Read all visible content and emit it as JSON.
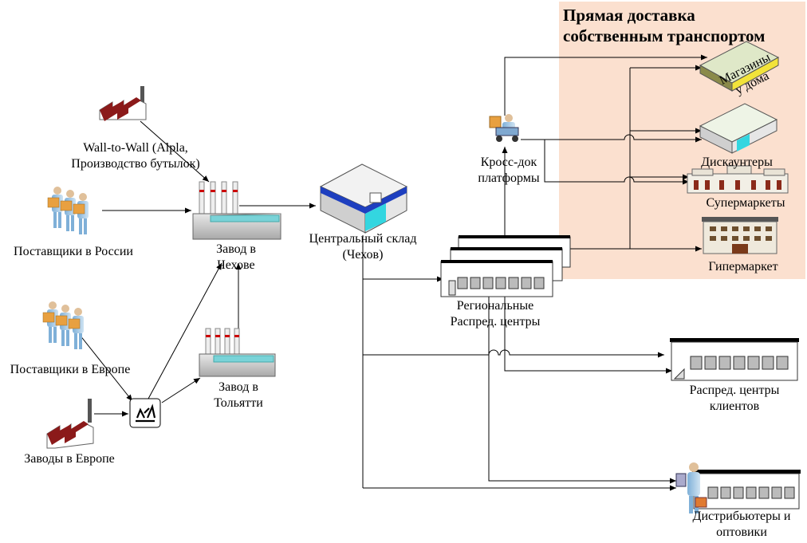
{
  "zone": {
    "title_line1": "Прямая доставка",
    "title_line2": "собственным транспортом",
    "color": "#fbe0cf"
  },
  "labels": {
    "wall_to_wall_1": "Wall-to-Wall (Alpla,",
    "wall_to_wall_2": "Производство бутылок)",
    "suppliers_russia": "Поставщики в России",
    "suppliers_europe": "Поставщики в Европе",
    "plants_europe": "Заводы в Европе",
    "plant_chekhov_1": "Завод в",
    "plant_chekhov_2": "Чехове",
    "plant_togliatti_1": "Завод в",
    "plant_togliatti_2": "Тольятти",
    "central_wh_1": "Центральный склад",
    "central_wh_2": "(Чехов)",
    "regional_dc_1": "Региональные",
    "regional_dc_2": "Распред. центры",
    "crossdock_1": "Кросс-док",
    "crossdock_2": "платформы",
    "stores_home_1": "Магазины",
    "stores_home_2": "у дома",
    "discounters": "Дискаунтеры",
    "supermarkets": "Супермаркеты",
    "hypermarket": "Гипермаркет",
    "client_dc_1": "Распред. центры",
    "client_dc_2": "клиентов",
    "distributors_1": "Дистрибьютеры и",
    "distributors_2": "оптовики"
  },
  "icons": {
    "factory": "factory-icon",
    "people": "supplier-people-icon",
    "customs": "customs-icon",
    "warehouse": "warehouse-box-icon",
    "dc": "distribution-center-icon",
    "forklift": "forklift-worker-icon",
    "store": "store-box-icon",
    "mall": "supermarket-icon",
    "hyper": "hypermarket-building-icon",
    "person": "businessman-icon"
  },
  "colors": {
    "roof": "#8b1a1a",
    "blue": "#1e3fbf",
    "cyan": "#33d6e0",
    "yellow": "#f2e33a",
    "box_top": "#dfe8c8"
  }
}
